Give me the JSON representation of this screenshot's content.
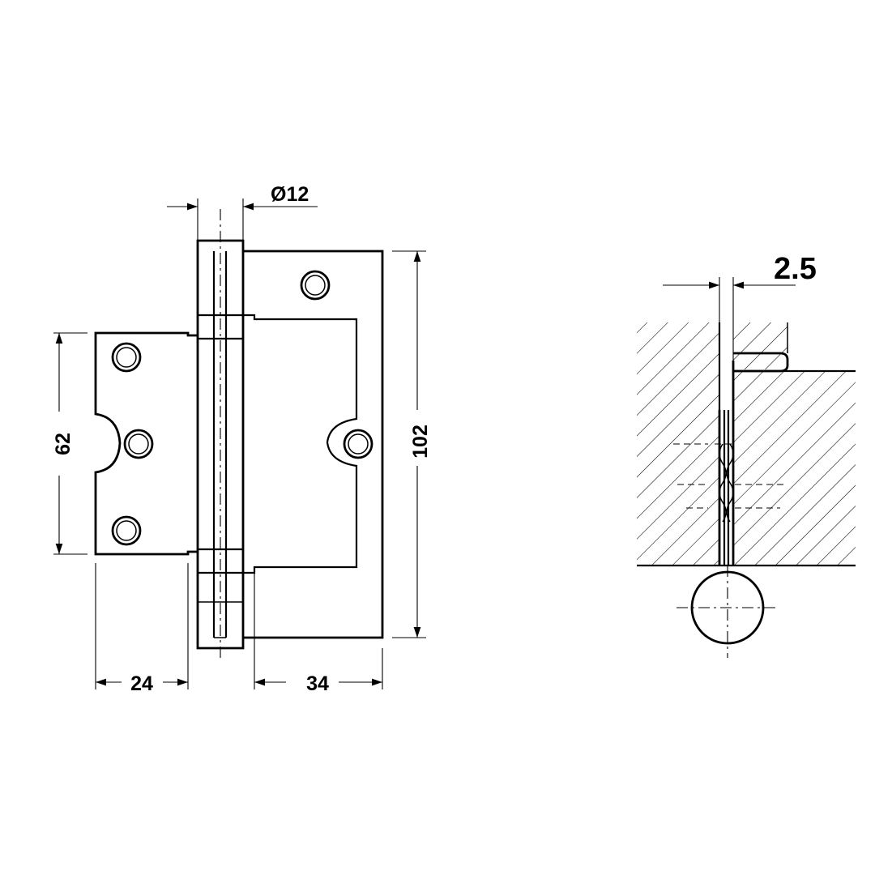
{
  "drawing": {
    "colors": {
      "ink": "#000000",
      "background": "#ffffff"
    },
    "dimensions": {
      "pin_diameter": "Ø12",
      "total_height": "102",
      "inner_leaf_height": "62",
      "inner_leaf_width": "24",
      "outer_leaf_width": "34",
      "gap": "2.5"
    }
  }
}
